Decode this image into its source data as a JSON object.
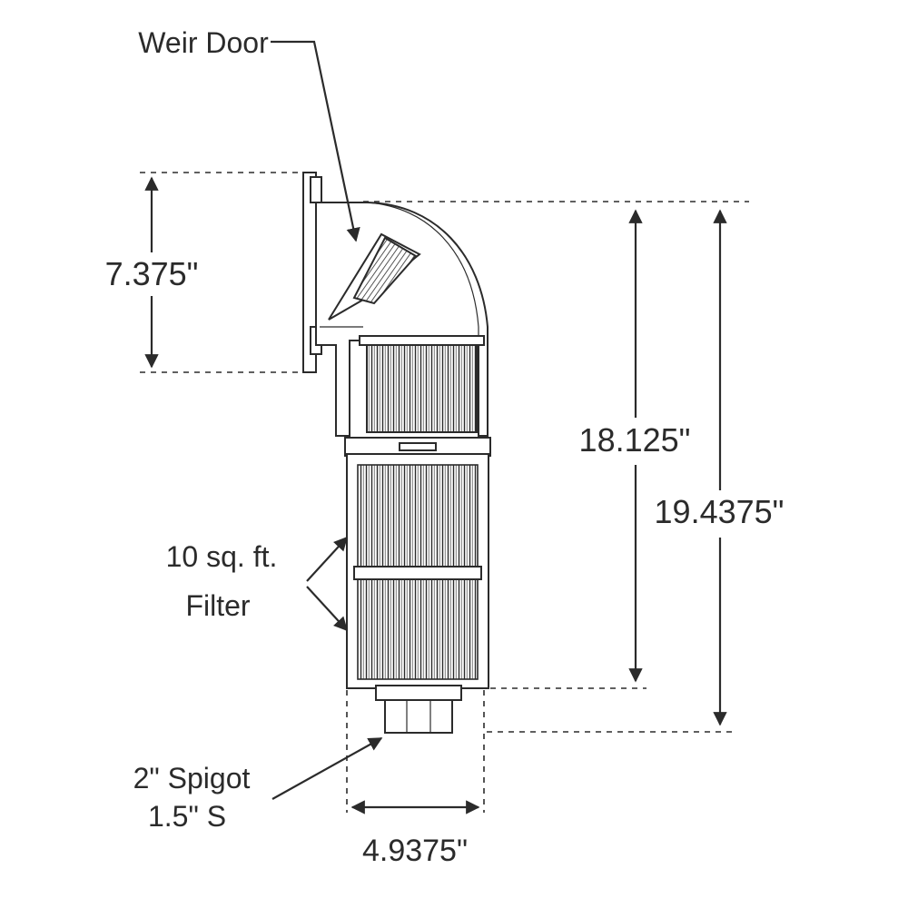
{
  "labels": {
    "weir_door": "Weir Door",
    "filter_line1": "10 sq. ft.",
    "filter_line2": "Filter",
    "spigot_line1": "2\" Spigot",
    "spigot_line2": "1.5\" S"
  },
  "dimensions": {
    "weir_height": "7.375\"",
    "body_height": "18.125\"",
    "total_height": "19.4375\"",
    "width": "4.9375\""
  },
  "colors": {
    "ink": "#2b2b2b",
    "background": "#ffffff"
  }
}
